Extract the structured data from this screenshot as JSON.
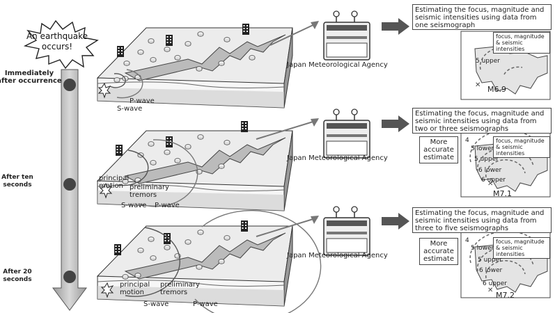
{
  "burst": "An earthquake occurs!",
  "timeline": [
    {
      "label": "Immediately after occurrence"
    },
    {
      "label": "After ten seconds"
    },
    {
      "label": "After 20 seconds"
    }
  ],
  "agency_label": "Japan Meteorological Agency",
  "waves": {
    "p": "P-wave",
    "s": "S-wave",
    "principal": "principal motion",
    "preliminary": "preliminary tremors"
  },
  "stages": [
    {
      "estimate": "Estimating the focus, magnitude and seismic intensities using data from one seismograph",
      "legend": "focus, magnitude & seismic intensities",
      "magnitude": "M6.9",
      "intensities": [
        "5 upper"
      ],
      "more_accurate": ""
    },
    {
      "estimate": "Estimating the focus, magnitude and seismic intensities using data from two or three seismographs",
      "legend": "focus, magnitude & seismic intensities",
      "magnitude": "M7.1",
      "intensities": [
        "4",
        "5 lower",
        "5 upper",
        "6 lower",
        "6 upper"
      ],
      "more_accurate": "More accurate estimate"
    },
    {
      "estimate": "Estimating the focus, magnitude and seismic intensities using data from three to five seismographs",
      "legend": "focus, magnitude & seismic intensities",
      "magnitude": "M7.2",
      "intensities": [
        "4",
        "5 lower",
        "5 upper",
        "6 lower",
        "6 upper"
      ],
      "more_accurate": "More accurate estimate"
    }
  ]
}
